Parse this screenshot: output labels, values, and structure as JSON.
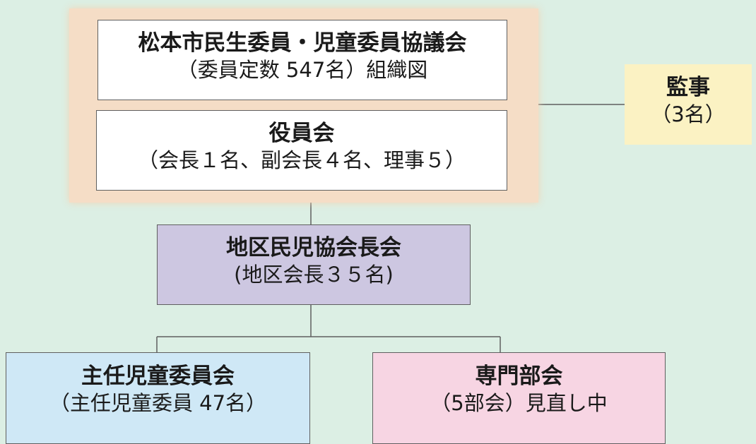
{
  "diagram": {
    "title_box": {
      "line1": "松本市民生委員・児童委員協議会",
      "line2": "（委員定数 547名）組織図"
    },
    "executive_box": {
      "line1": "役員会",
      "line2": "（会長１名、副会長４名、理事５）"
    },
    "auditor_box": {
      "line1": "監事",
      "line2": "（3名）"
    },
    "district_box": {
      "line1": "地区民児協会長会",
      "line2": "(地区会長３５名)"
    },
    "chief_child_box": {
      "line1": "主任児童委員会",
      "line2": "（主任児童委員 47名）"
    },
    "special_box": {
      "line1": "専門部会",
      "line2": "（5部会）見直し中"
    }
  },
  "colors": {
    "background": "#dcefe4",
    "top_block": "#f5ddc6",
    "auditor": "#fbf2c3",
    "district": "#cdc7e1",
    "chief_child": "#cfe8f6",
    "special": "#f7d5e3",
    "line": "#5f5f5f"
  }
}
